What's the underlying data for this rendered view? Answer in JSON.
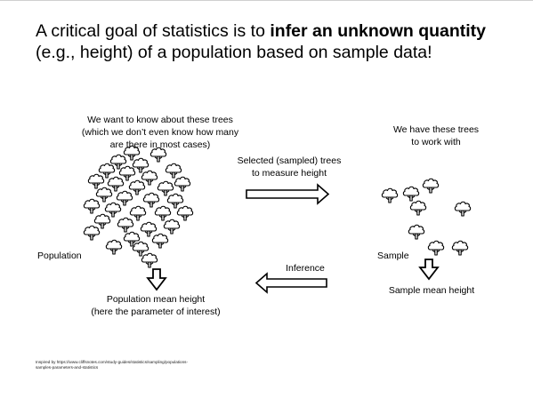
{
  "title": {
    "part1": "A critical goal of statistics is to ",
    "bold": "infer an unknown quantity",
    "part2": "(e.g., height) of a population based on sample data!"
  },
  "population": {
    "desc_line1": "We want to know about these trees",
    "desc_line2": "(which we don’t even know how many",
    "desc_line3": "are there in most cases)",
    "label": "Population",
    "mean_line1": "Population mean height",
    "mean_line2": "(here the parameter of interest)"
  },
  "sampling": {
    "line1": "Selected  (sampled) trees",
    "line2": "to measure height"
  },
  "sample": {
    "desc_line1": "We have these trees",
    "desc_line2": "to work with",
    "label": "Sample",
    "mean": "Sample mean height"
  },
  "inference": {
    "label": "Inference"
  },
  "footnote": {
    "line1": "Inspired by https://www.cliffsnotes.com/study-guides/statistics/sampling/populations-",
    "line2": "samples-parameters-and-statistics"
  },
  "icons": {
    "tree": "tree-icon",
    "arrow_right": "arrow-right-icon",
    "arrow_left": "arrow-left-icon",
    "arrow_down": "arrow-down-icon"
  }
}
